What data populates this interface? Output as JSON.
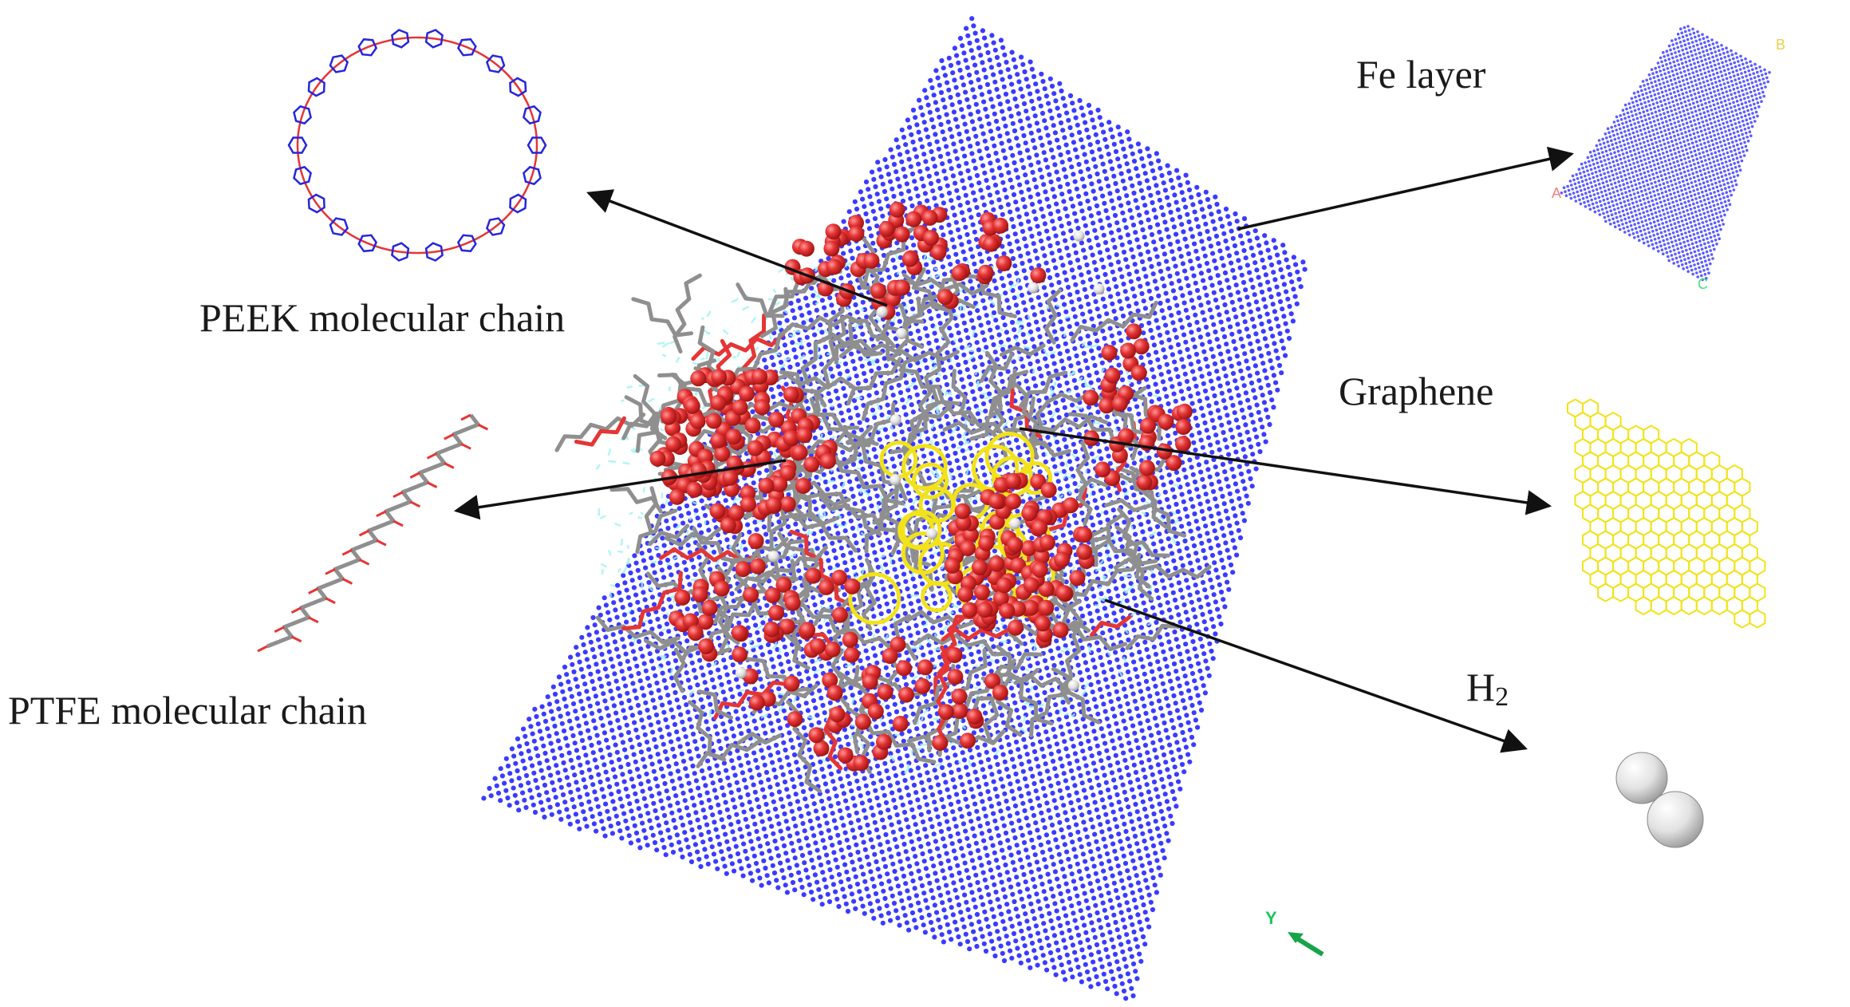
{
  "labels": {
    "peek": "PEEK molecular chain",
    "ptfe": "PTFE molecular chain",
    "fe": "Fe layer",
    "graphene": "Graphene",
    "h2_main": "H",
    "h2_sub": "2"
  },
  "axis_triad": {
    "label": "Y",
    "color": "#22c55e"
  },
  "lattice_corner_labels": [
    "A",
    "B",
    "C"
  ],
  "colors": {
    "fe_atom": "#3b3bff",
    "oxygen_atom": "#e53535",
    "carbon_bond": "#8f8f8f",
    "fluorine_atom": "#9ff3f3",
    "graphene": "#f2e21a",
    "hydrogen": "#e5e5e5",
    "arrow": "#111111"
  },
  "icons": {
    "peek_ring": "peek-ring-structure-icon",
    "ptfe_chain": "ptfe-zigzag-chain-icon",
    "fe_lattice": "fe-lattice-grid-icon",
    "graphene_sheet": "graphene-honeycomb-icon",
    "h2_molecule": "h2-molecule-spheres-icon"
  }
}
